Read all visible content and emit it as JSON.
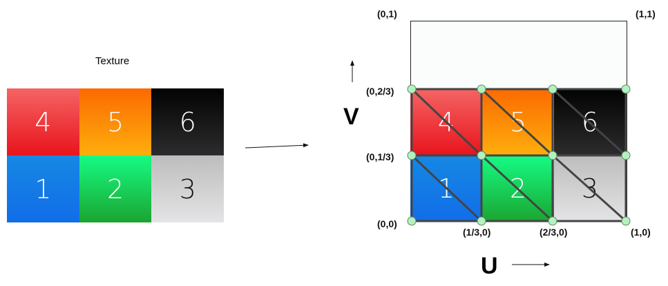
{
  "texture_title": "Texture",
  "tiles": [
    {
      "label": "4",
      "top": "#f46464",
      "bottom": "#e8141c",
      "text": "#fff"
    },
    {
      "label": "5",
      "top": "#fb6a02",
      "bottom": "#feae0c",
      "text": "#fff"
    },
    {
      "label": "6",
      "top": "#030303",
      "bottom": "#2c2c2e",
      "text": "#fff"
    },
    {
      "label": "1",
      "top": "#1588e4",
      "bottom": "#126de8",
      "text": "#fff"
    },
    {
      "label": "2",
      "top": "#16fb84",
      "bottom": "#1aa530",
      "text": "#fff"
    },
    {
      "label": "3",
      "top": "#bdbdbd",
      "bottom": "#e4e4e6",
      "text": "#111"
    }
  ],
  "axis": {
    "u": "U",
    "v": "V"
  },
  "coords": {
    "c01": "(0,1)",
    "c11": "(1,1)",
    "c023": "(0,2/3)",
    "c013": "(0,1/3)",
    "c00": "(0,0)",
    "c130": "(1/3,0)",
    "c230": "(2/3,0)",
    "c10": "(1,0)"
  },
  "colors": {
    "vertex": "#b4f0c0",
    "edge": "#444444"
  }
}
